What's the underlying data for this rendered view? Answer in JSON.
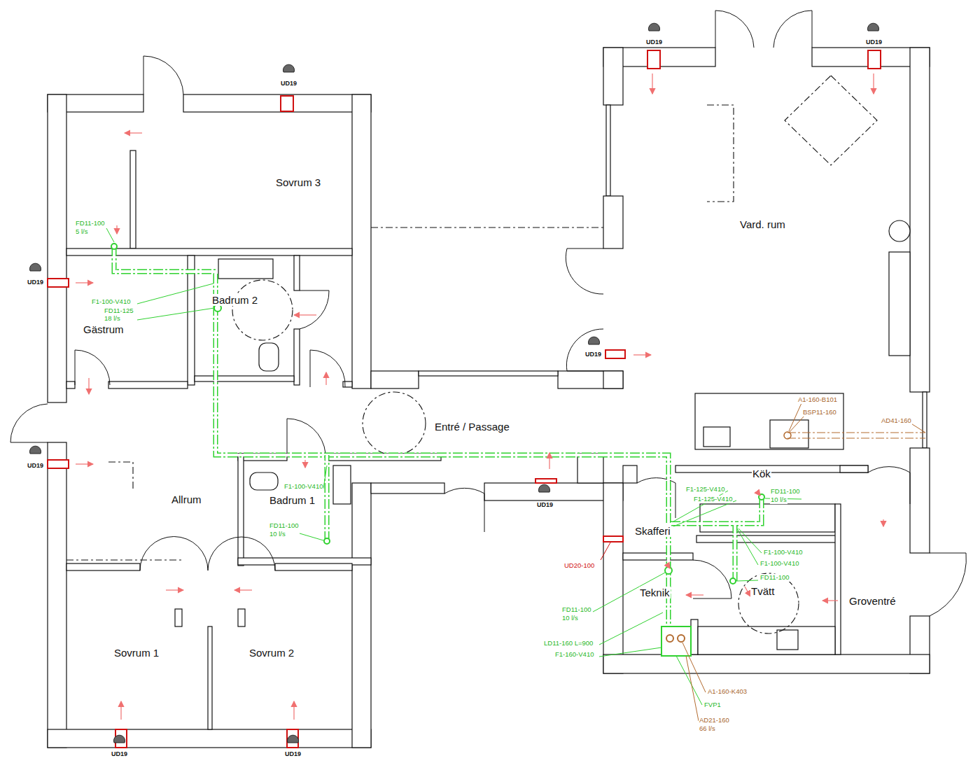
{
  "diagram": {
    "labels": [
      "UD19",
      "UD19",
      "UD19",
      "Sovrum 3",
      "Vard. rum",
      "FD11-100",
      "5 l/s",
      "UD19",
      "F1-100-V410",
      "Badrum 2",
      "FD11-125",
      "18 l/s",
      "Gästrum",
      "UD19",
      "Entré / Passage",
      "UD19",
      "Allrum",
      "F1-100-V410",
      "Badrum 1",
      "FD11-100",
      "10 l/s",
      "UD19",
      "A1-160-B101",
      "BSP11-160",
      "AD41-160",
      "Kök",
      "FD11-100",
      "10 l/s",
      "F1-125-V410",
      "F1-125-V410",
      "Skafferi",
      "UD20-100",
      "F1-100-V410",
      "F1-100-V410",
      "FD11-100",
      "Tvätt",
      "Teknik",
      "Groventré",
      "FD11-100",
      "10 l/s",
      "LD11-160 L=900",
      "F1-160-V410",
      "A1-160-K403",
      "FVP1",
      "AD21-160",
      "66 l/s",
      "Sovrum 1",
      "Sovrum 2",
      "UD19",
      "UD19"
    ]
  }
}
